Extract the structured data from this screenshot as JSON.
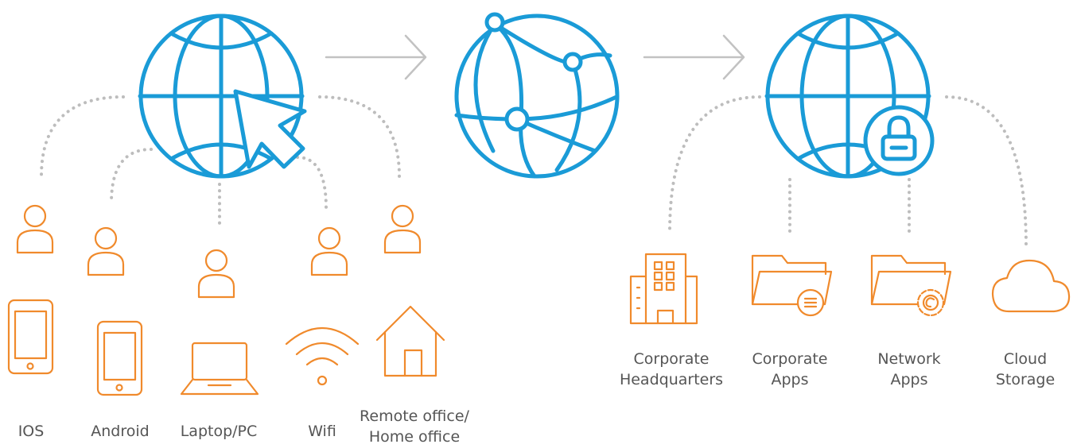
{
  "colors": {
    "globe": "#1A9BD7",
    "icon": "#F08A2C",
    "connector": "#BDBDBD",
    "arrow": "#C2C2C2",
    "text": "#555555"
  },
  "globes": [
    {
      "icon": "globe-cursor-icon"
    },
    {
      "icon": "globe-network-icon"
    },
    {
      "icon": "globe-lock-icon"
    }
  ],
  "devices": [
    {
      "icon": "smartphone-icon",
      "label": "IOS"
    },
    {
      "icon": "smartphone-icon",
      "label": "Android"
    },
    {
      "icon": "laptop-icon",
      "label": "Laptop/PC"
    },
    {
      "icon": "wifi-icon",
      "label": "Wifi"
    },
    {
      "icon": "house-icon",
      "label": "Remote office/\nHome office"
    }
  ],
  "destinations": [
    {
      "icon": "building-icon",
      "label": "Corporate\nHeadquarters"
    },
    {
      "icon": "folder-document-icon",
      "label": "Corporate\nApps"
    },
    {
      "icon": "folder-gear-icon",
      "label": "Network\nApps"
    },
    {
      "icon": "cloud-icon",
      "label": "Cloud\nStorage"
    }
  ]
}
